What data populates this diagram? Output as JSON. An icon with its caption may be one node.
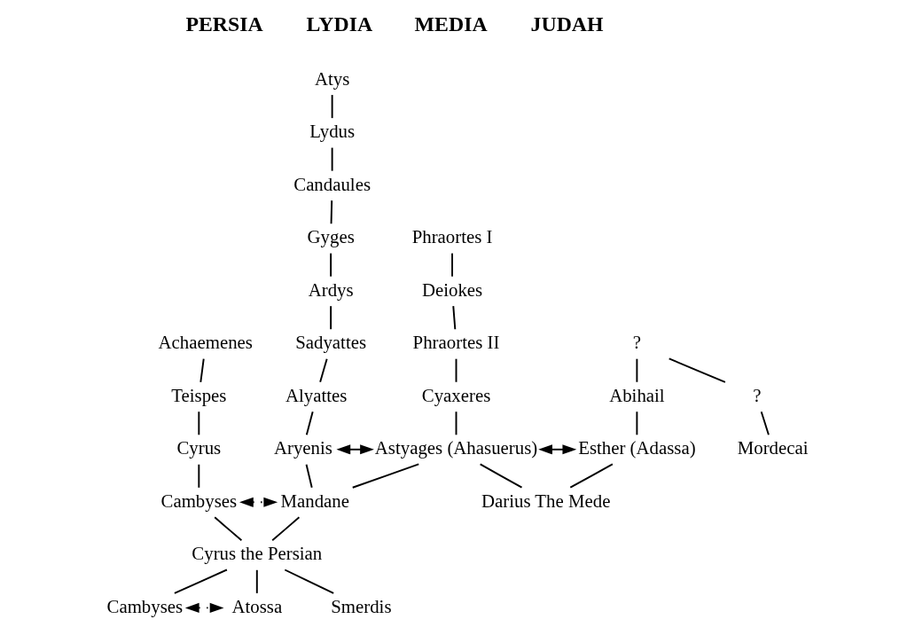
{
  "diagram": {
    "nodes": [
      {
        "text": [
          "Achaemenes"
        ]
      },
      {
        "text": [
          "Teispes"
        ]
      },
      {
        "text": [
          "Cyrus"
        ]
      },
      {
        "text": [
          "Cambyses"
        ]
      },
      {
        "text": [
          "Atys"
        ]
      },
      {
        "text": [
          "Lydus"
        ]
      },
      {
        "text": [
          "Candaules"
        ]
      },
      {
        "text": [
          "Gyges"
        ]
      },
      {
        "text": [
          "Ardys"
        ]
      },
      {
        "text": [
          "Sadyattes"
        ]
      },
      {
        "text": [
          "Alyattes"
        ]
      },
      {
        "text": [
          "Aryenis"
        ]
      },
      {
        "text": [
          "Phraortes I"
        ]
      },
      {
        "text": [
          "Deiokes"
        ]
      },
      {
        "text": [
          "Phraortes II"
        ]
      },
      {
        "text": [
          "Cyaxeres"
        ]
      },
      {
        "text": [
          "Astyages (Ahasuerus)"
        ]
      },
      {
        "text": [
          "?"
        ]
      },
      {
        "text": [
          "Abihail"
        ]
      },
      {
        "text": [
          "?"
        ]
      },
      {
        "text": [
          "Esther (Adassa)"
        ]
      },
      {
        "text": [
          "Mordecai"
        ]
      },
      {
        "text": [
          "Mandane"
        ]
      },
      {
        "text": [
          "Darius The Mede"
        ]
      },
      {
        "text": [
          "Cyrus the Persian"
        ]
      },
      {
        "text": [
          "Cambyses"
        ]
      },
      {
        "text": [
          "Atossa"
        ]
      },
      {
        "text": [
          "Smerdis"
        ]
      }
    ],
    "edges": [
      {
        "from": 0,
        "to": 1,
        "arrow": "none"
      },
      {
        "from": 1,
        "to": 2,
        "arrow": "none"
      },
      {
        "from": 2,
        "to": 3,
        "arrow": "none"
      },
      {
        "from": 4,
        "to": 5,
        "arrow": "none"
      },
      {
        "from": 5,
        "to": 6,
        "arrow": "none"
      },
      {
        "from": 6,
        "to": 7,
        "arrow": "none"
      },
      {
        "from": 7,
        "to": 8,
        "arrow": "none"
      },
      {
        "from": 8,
        "to": 9,
        "arrow": "none"
      },
      {
        "from": 9,
        "to": 10,
        "arrow": "none"
      },
      {
        "from": 10,
        "to": 11,
        "arrow": "none"
      },
      {
        "from": 12,
        "to": 13,
        "arrow": "none"
      },
      {
        "from": 13,
        "to": 14,
        "arrow": "none"
      },
      {
        "from": 14,
        "to": 15,
        "arrow": "none"
      },
      {
        "from": 15,
        "to": 16,
        "arrow": "none"
      },
      {
        "from": 17,
        "to": 18,
        "arrow": "none"
      },
      {
        "from": 17,
        "to": 19,
        "arrow": "none"
      },
      {
        "from": 18,
        "to": 20,
        "arrow": "none"
      },
      {
        "from": 19,
        "to": 21,
        "arrow": "none"
      },
      {
        "from": 11,
        "to": 16,
        "arrow": "both"
      },
      {
        "from": 11,
        "to": 22,
        "arrow": "none"
      },
      {
        "from": 16,
        "to": 22,
        "arrow": "none"
      },
      {
        "from": 16,
        "to": 20,
        "arrow": "both"
      },
      {
        "from": 16,
        "to": 23,
        "arrow": "none"
      },
      {
        "from": 20,
        "to": 23,
        "arrow": "none"
      },
      {
        "from": 3,
        "to": 22,
        "arrow": "both",
        "style": "dashed"
      },
      {
        "from": 3,
        "to": 24,
        "arrow": "none"
      },
      {
        "from": 22,
        "to": 24,
        "arrow": "none"
      },
      {
        "from": 24,
        "to": 25,
        "arrow": "none"
      },
      {
        "from": 24,
        "to": 26,
        "arrow": "none"
      },
      {
        "from": 24,
        "to": 27,
        "arrow": "none"
      },
      {
        "from": 25,
        "to": 26,
        "arrow": "both",
        "style": "dashed"
      }
    ],
    "labels": [
      "PERSIA",
      "LYDIA",
      "MEDIA",
      "JUDAH"
    ]
  }
}
